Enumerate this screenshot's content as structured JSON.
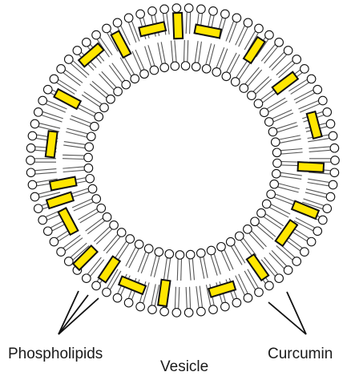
{
  "labels": {
    "phospholipids": "Phospholipids",
    "vesicle": "Vesicle",
    "curcumin": "Curcumin"
  },
  "diagram": {
    "outer_leaflet_heads": 78,
    "inner_leaflet_heads": 56,
    "curcumin_count": 22
  },
  "colors": {
    "curcumin_fill": "#ffe600",
    "outline": "#111111",
    "tail": "#555555",
    "head_fill": "#ffffff"
  }
}
